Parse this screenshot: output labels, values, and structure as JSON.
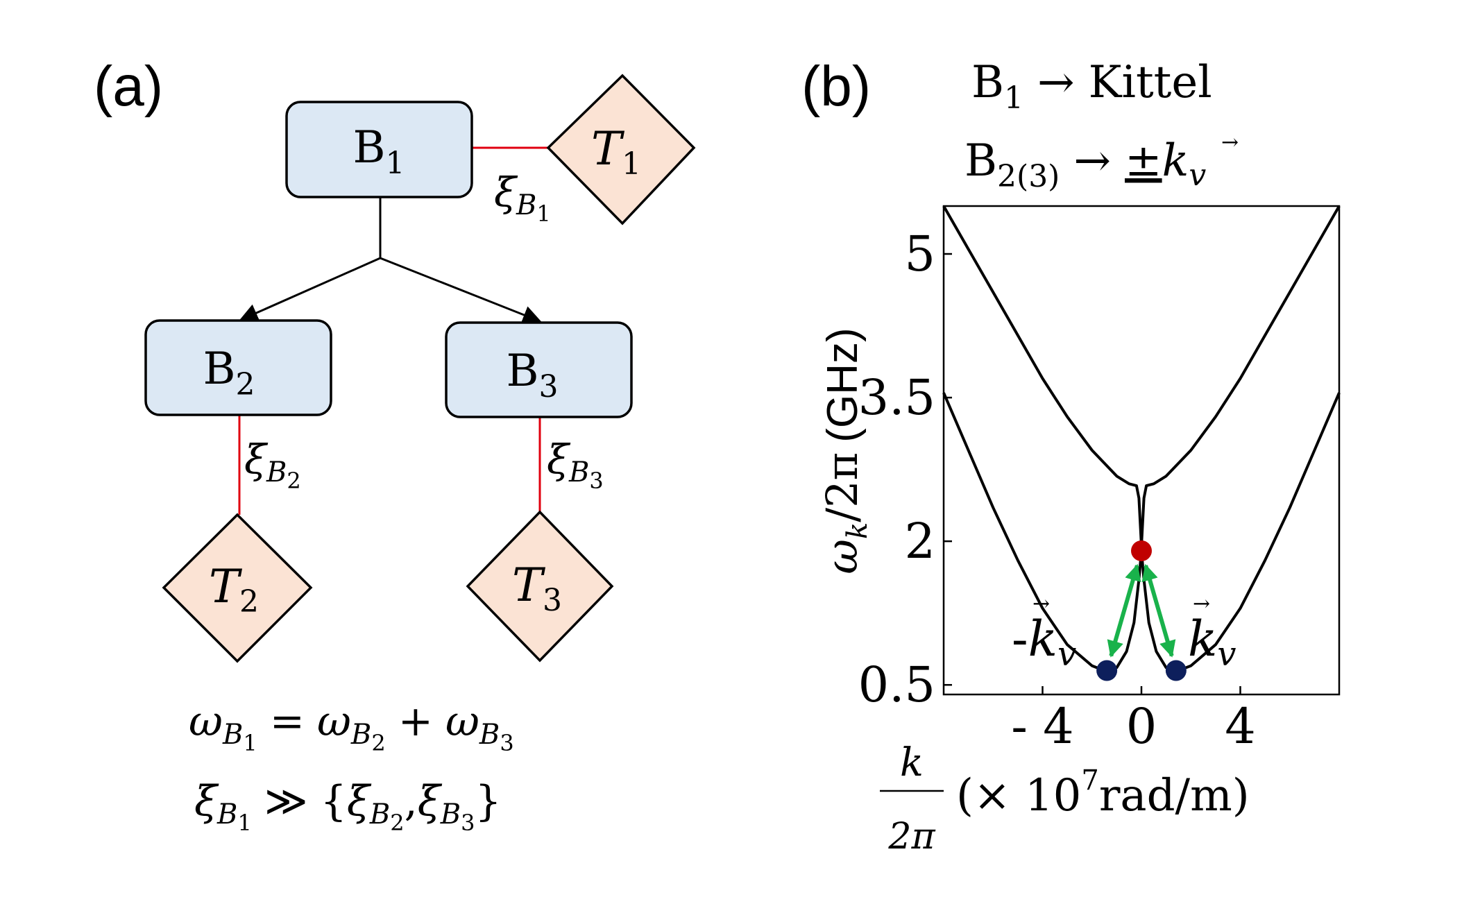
{
  "panel_a": {
    "label": "(a)",
    "nodes": {
      "b1": {
        "base": "B",
        "sub": "1"
      },
      "b2": {
        "base": "B",
        "sub": "2"
      },
      "b3": {
        "base": "B",
        "sub": "3"
      },
      "t1": {
        "base": "T",
        "sub": "1"
      },
      "t2": {
        "base": "T",
        "sub": "2"
      },
      "t3": {
        "base": "T",
        "sub": "3"
      }
    },
    "couplings": {
      "xi_b1": {
        "sym": "ξ",
        "sub": "B",
        "subsub": "1"
      },
      "xi_b2": {
        "sym": "ξ",
        "sub": "B",
        "subsub": "2"
      },
      "xi_b3": {
        "sym": "ξ",
        "sub": "B",
        "subsub": "3"
      }
    },
    "equations": {
      "eq1": {
        "w": "ω",
        "b": "B",
        "s1": "1",
        "eqsign": "=",
        "s2": "2",
        "plus": "+",
        "s3": "3"
      },
      "eq2": {
        "xi": "ξ",
        "b": "B",
        "s1": "1",
        "gg": "≫",
        "lbrace": "{",
        "s2": "2",
        "comma": ",",
        "s3": "3",
        "rbrace": "}"
      }
    },
    "colors": {
      "box_fill": "#dce8f4",
      "diamond_fill": "#fbe3d4",
      "link_red": "#e0000f",
      "line": "#000000"
    }
  },
  "panel_b": {
    "label": "(b)",
    "header": {
      "line1": {
        "base": "B",
        "sub": "1",
        "arrow": "→",
        "target": "Kittel"
      },
      "line2": {
        "base": "B",
        "sub": "2(3)",
        "arrow": "→",
        "pm": "±",
        "k": "k",
        "v": "v"
      }
    },
    "points": {
      "neg_label": {
        "minus": "-",
        "k": "k",
        "v": "v"
      },
      "pos_label": {
        "k": "k",
        "v": "v"
      }
    },
    "colors": {
      "pump": "#c00000",
      "magnon": "#0d1f5c",
      "arrow": "#19b24b",
      "curve": "#000000"
    }
  },
  "chart_data": {
    "type": "line",
    "title": "",
    "ylabel": {
      "w": "ω",
      "k": "k",
      "rest": "/2π",
      "unit": "(GHz)"
    },
    "xlabel": {
      "num": "k",
      "den": "2π",
      "unit_pre": "(× 10",
      "exp": "7",
      "unit_post": "rad/m)"
    },
    "xlim": [
      -8,
      8
    ],
    "ylim": [
      0.4,
      5.5
    ],
    "xticks": [
      {
        "value": -4,
        "label": "- 4"
      },
      {
        "value": 0,
        "label": "0"
      },
      {
        "value": 4,
        "label": "4"
      }
    ],
    "yticks": [
      {
        "value": 0.5,
        "label": "0.5"
      },
      {
        "value": 2,
        "label": "2"
      },
      {
        "value": 3.5,
        "label": "3.5"
      },
      {
        "value": 5,
        "label": "5"
      }
    ],
    "series": [
      {
        "x": [
          -8,
          -7,
          -6,
          -5,
          -4,
          -3,
          -2,
          -1,
          -0.5,
          -0.2,
          -0.1,
          0,
          0.1,
          0.2,
          0.5,
          1,
          2,
          3,
          4,
          5,
          6,
          7,
          8
        ],
        "y": [
          5.5,
          5.05,
          4.6,
          4.15,
          3.7,
          3.3,
          2.95,
          2.68,
          2.6,
          2.58,
          2.45,
          1.95,
          2.45,
          2.58,
          2.6,
          2.68,
          2.95,
          3.3,
          3.7,
          4.15,
          4.6,
          5.05,
          5.5
        ]
      },
      {
        "x": [
          -8,
          -7,
          -6,
          -5,
          -4,
          -3,
          -2,
          -1.5,
          -1,
          -0.6,
          -0.3,
          -0.1,
          0,
          0.1,
          0.3,
          0.6,
          1,
          1.5,
          2,
          3,
          4,
          5,
          6,
          7,
          8
        ],
        "y": [
          3.55,
          2.95,
          2.35,
          1.8,
          1.3,
          0.92,
          0.7,
          0.65,
          0.68,
          0.85,
          1.15,
          1.6,
          1.9,
          1.6,
          1.15,
          0.85,
          0.68,
          0.65,
          0.7,
          0.92,
          1.3,
          1.8,
          2.35,
          2.95,
          3.55
        ]
      }
    ],
    "markers": [
      {
        "x": 0,
        "y": 1.9,
        "role": "pump"
      },
      {
        "x": -1.4,
        "y": 0.65,
        "role": "magnon"
      },
      {
        "x": 1.4,
        "y": 0.65,
        "role": "magnon"
      }
    ],
    "grid": false
  }
}
